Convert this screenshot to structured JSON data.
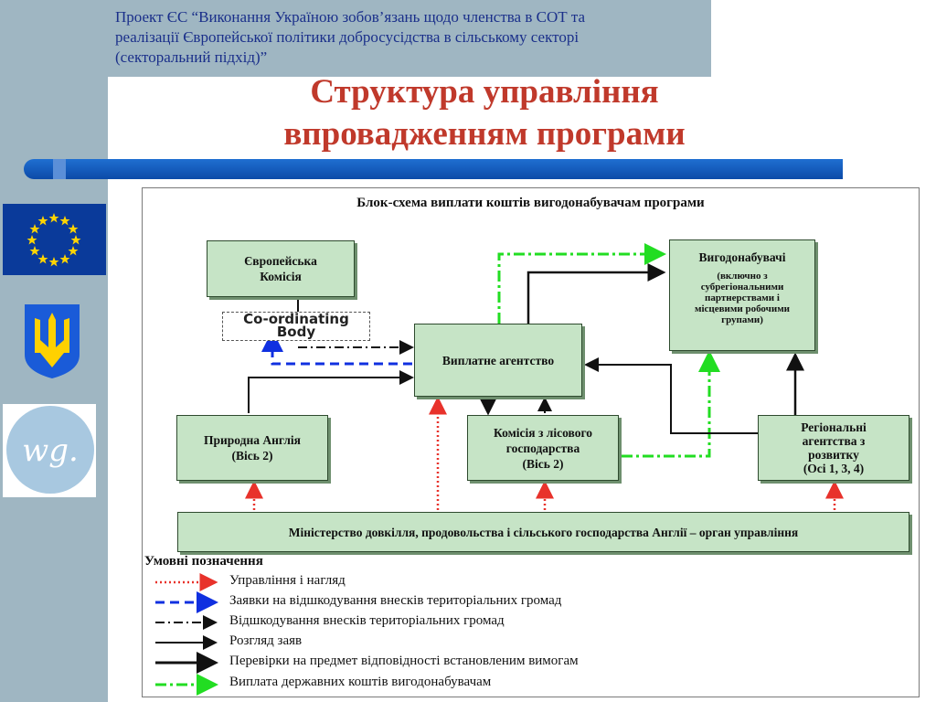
{
  "header": {
    "project_line1": "Проект ЄС “Виконання Україною зобов’язань щодо членства в СОТ та",
    "project_line2": "реалізації Європейської політики добросусідства в сільському секторі",
    "project_line3": "(секторальний підхід)”",
    "title_line1": "Структура управління",
    "title_line2": "впровадженням програми"
  },
  "logos": [
    {
      "icon": "eu-flag-icon"
    },
    {
      "icon": "ukraine-trident-icon"
    },
    {
      "icon": "wug-logo-icon"
    }
  ],
  "diagram": {
    "title": "Блок-схема виплати коштів вигодонабувачам програми",
    "boxes": {
      "ec_line1": "Європейська",
      "ec_line2": "Комісія",
      "coord_line1": "Co-ordinating",
      "coord_line2": "Body",
      "payment": "Виплатне агентство",
      "beneficiaries_title": "Вигодонабувачі",
      "beneficiaries_sub1": "(включно з",
      "beneficiaries_sub2": "субрегіональними",
      "beneficiaries_sub3": "партнерствами і",
      "beneficiaries_sub4": "місцевими робочими",
      "beneficiaries_sub5": "групами)",
      "natural_line1": "Природна Англія",
      "natural_line2": "(Вісь 2)",
      "forest_line1": "Комісія з лісового",
      "forest_line2": "господарства",
      "forest_line3": "(Вісь 2)",
      "regional_line1": "Регіональні",
      "regional_line2": "агентства з",
      "regional_line3": "розвитку",
      "regional_line4": "(Осі 1, 3, 4)",
      "ministry": "Міністерство  довкілля, продовольства і сільського господарства Англії – орган управління"
    },
    "legend": {
      "title": "Умовні позначення",
      "items": [
        {
          "label": "Управління і нагляд",
          "color": "#e8322b",
          "style": "dotted"
        },
        {
          "label": "Заявки на відшкодування внесків територіальних громад",
          "color": "#1030e0",
          "style": "dashed"
        },
        {
          "label": "Відшкодування внесків територіальних громад",
          "color": "#111111",
          "style": "dash-dot"
        },
        {
          "label": "Розгляд заяв",
          "color": "#111111",
          "style": "solid-thin"
        },
        {
          "label": "Перевірки на предмет відповідності встановленим вимогам",
          "color": "#111111",
          "style": "solid-thick"
        },
        {
          "label": "Виплата державних коштів вигодонабувачам",
          "color": "#22dd22",
          "style": "dash-dot"
        }
      ]
    }
  },
  "colors": {
    "band": "#9fb6c2",
    "title": "#c0392b",
    "header_text": "#1a2f8a",
    "box_fill": "#c6e4c6",
    "blue_bar": "#1f6fd1"
  }
}
